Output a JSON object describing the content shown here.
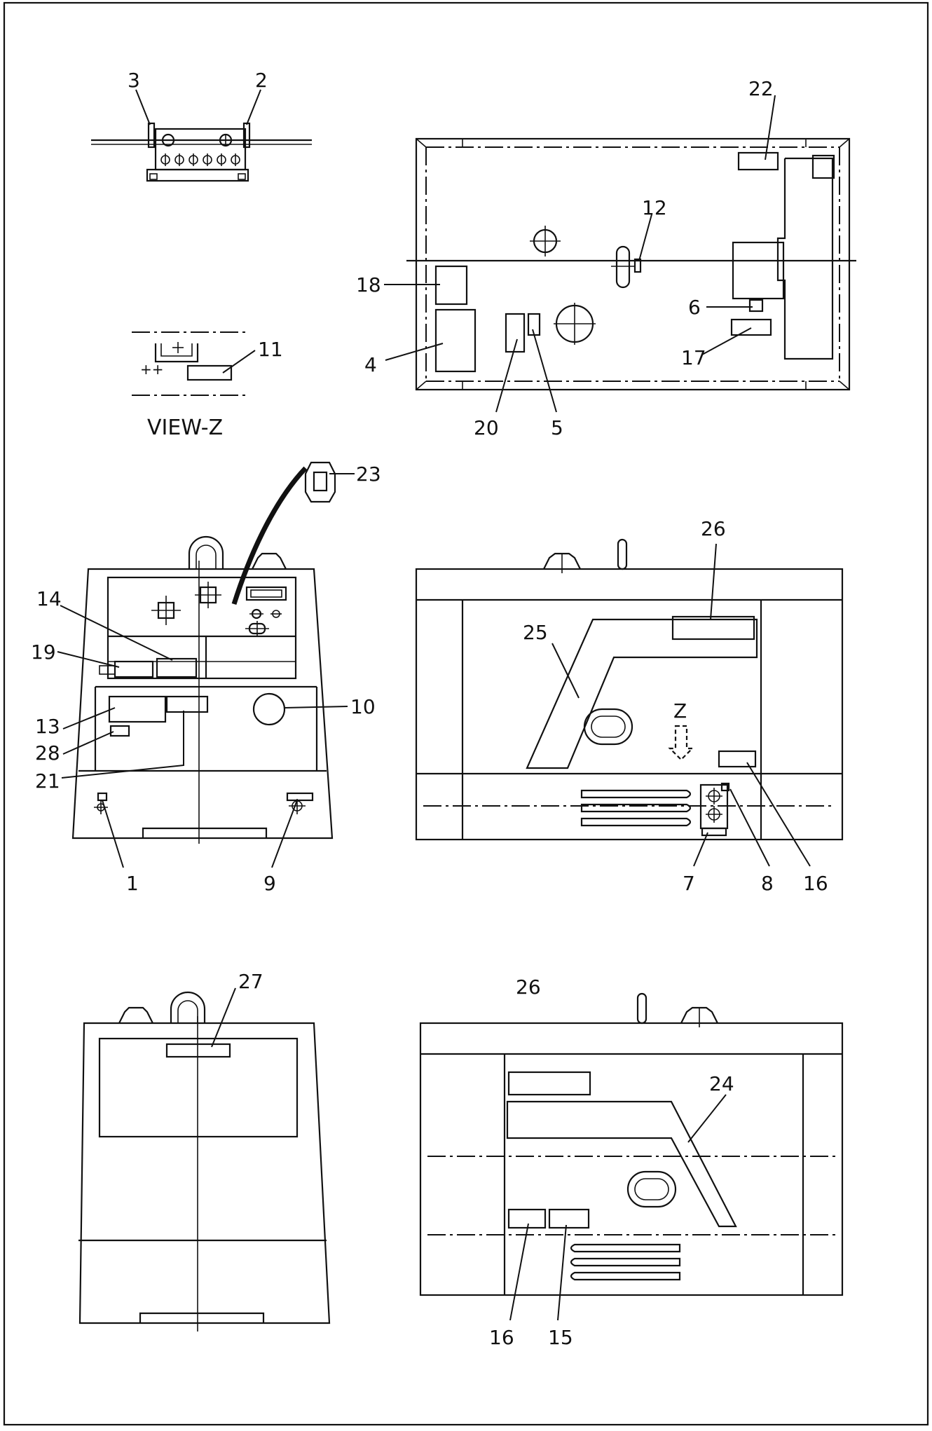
{
  "labels": {
    "n1": "1",
    "n2": "2",
    "n3": "3",
    "n4": "4",
    "n5": "5",
    "n6": "6",
    "n7": "7",
    "n8": "8",
    "n9": "9",
    "n10": "10",
    "n11": "11",
    "n12": "12",
    "n13": "13",
    "n14": "14",
    "n15": "15",
    "n16a": "16",
    "n16b": "16",
    "n17": "17",
    "n18": "18",
    "n19": "19",
    "n20": "20",
    "n21": "21",
    "n22": "22",
    "n23": "23",
    "n24": "24",
    "n25": "25",
    "n26a": "26",
    "n26b": "26",
    "n27": "27",
    "n28": "28",
    "z_arrow": "Z"
  },
  "captions": {
    "view_z": "VIEW-Z"
  }
}
